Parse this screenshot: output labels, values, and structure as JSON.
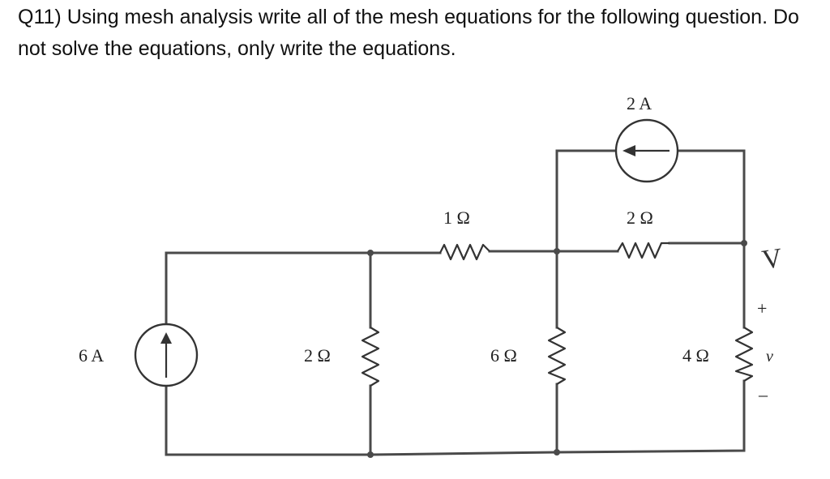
{
  "question": {
    "number": "Q11)",
    "text": "Using mesh analysis write all of the mesh equations for the following question. Do not solve the equations, only write the equations."
  },
  "circuit": {
    "current_source_left": {
      "label": "6 A",
      "direction": "up"
    },
    "current_source_top": {
      "label": "2 A",
      "direction": "left"
    },
    "resistor_shunt_left": {
      "label": "2 Ω"
    },
    "resistor_series_top_left": {
      "label": "1 Ω"
    },
    "resistor_shunt_middle": {
      "label": "6 Ω"
    },
    "resistor_series_top_right": {
      "label": "2 Ω"
    },
    "resistor_shunt_right": {
      "label": "4 Ω"
    },
    "voltage_plus": "+",
    "voltage_label": "v",
    "voltage_minus": "–",
    "handwritten_mark": "V"
  },
  "colors": {
    "wire": "#4a4a4a",
    "text": "#111111"
  }
}
